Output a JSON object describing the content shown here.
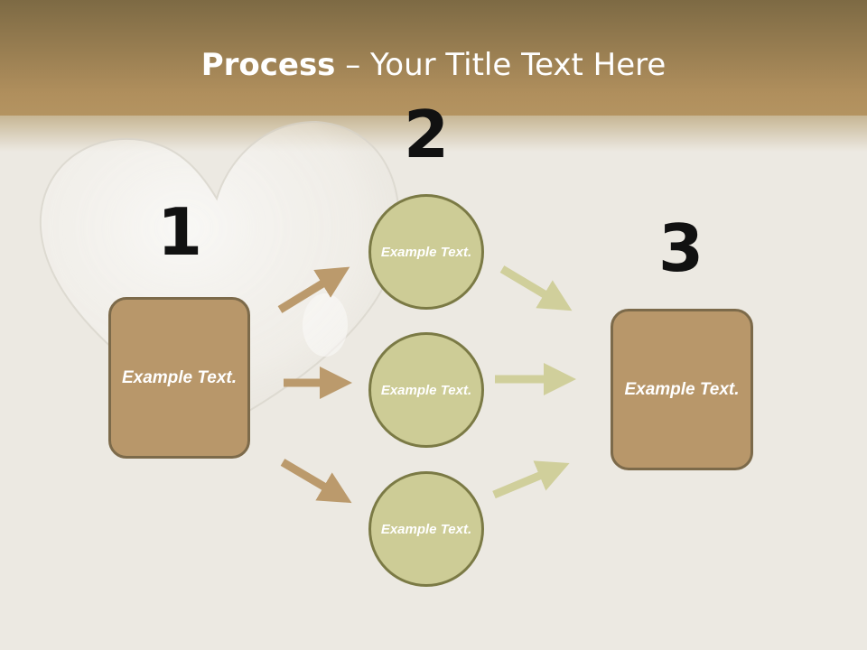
{
  "slide": {
    "title_bold": "Process",
    "title_rest": " – Your Title Text Here"
  },
  "steps": [
    {
      "number": "1",
      "text": "Example Text."
    },
    {
      "number": "2",
      "text": "Example Text."
    },
    {
      "number": "3",
      "text": "Example Text."
    }
  ],
  "middle_nodes": [
    {
      "text": "Example Text."
    },
    {
      "text": "Example Text."
    },
    {
      "text": "Example Text."
    }
  ],
  "colors": {
    "header_top": "#7d6a44",
    "header_bottom": "#b49461",
    "paper": "#ece9e2",
    "box_fill": "#b8976a",
    "box_border": "#7c6a4a",
    "circle_fill": "#cdcc96",
    "circle_border": "#7b7a45",
    "arrow_left": "#bb9a6c",
    "arrow_right": "#d0cf9b"
  },
  "icons": {
    "background_decoration": "glass-heart-icon"
  }
}
